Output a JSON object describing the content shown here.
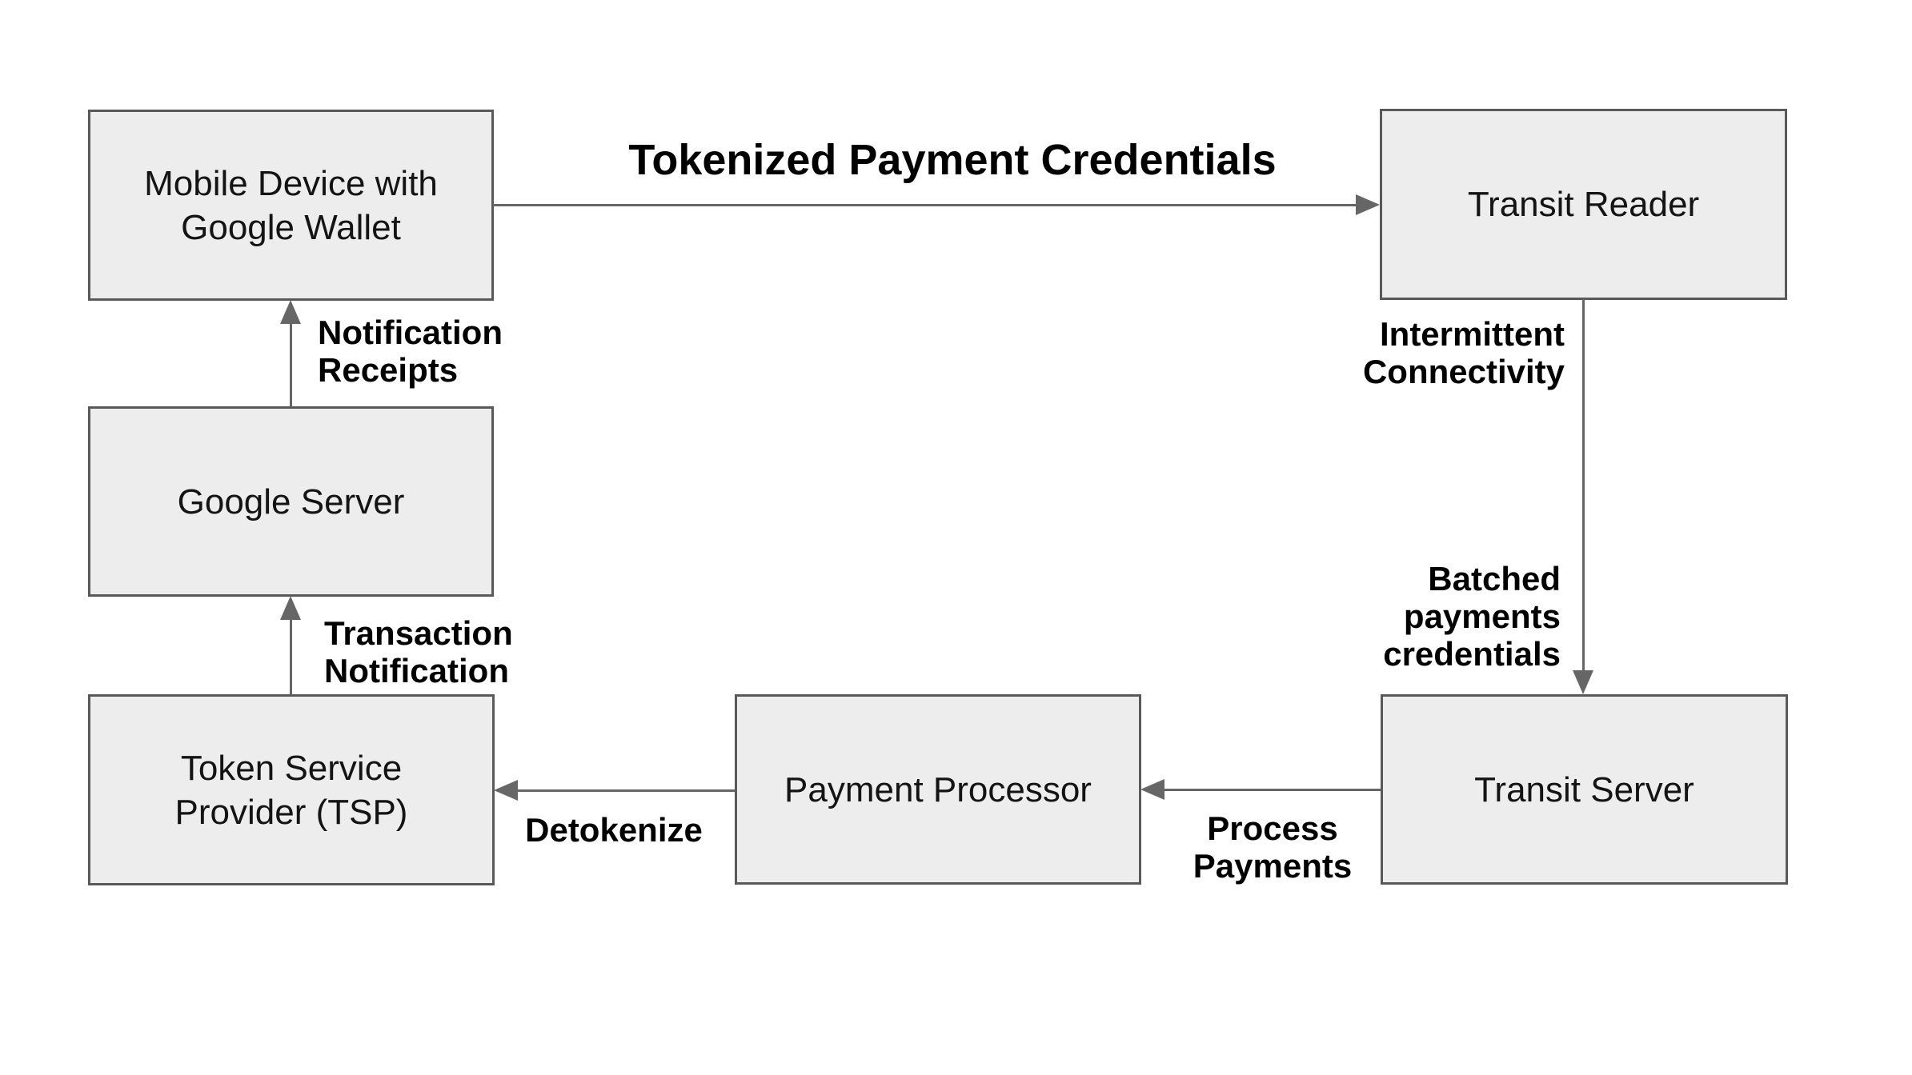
{
  "theme": {
    "background": "#ffffff",
    "box_fill": "#ededed",
    "box_border": "#595959",
    "arrow_color": "#666666",
    "box_text_color": "#141414",
    "label_text_color": "#000000"
  },
  "nodes": {
    "mobile_device": {
      "lines": [
        "Mobile Device with",
        "Google Wallet"
      ]
    },
    "transit_reader": {
      "lines": [
        "Transit Reader"
      ]
    },
    "google_server": {
      "lines": [
        "Google Server"
      ]
    },
    "tsp": {
      "lines": [
        "Token Service",
        "Provider (TSP)"
      ]
    },
    "payment_processor": {
      "lines": [
        "Payment Processor"
      ]
    },
    "transit_server": {
      "lines": [
        "Transit Server"
      ]
    }
  },
  "edges": {
    "mobile_to_reader": {
      "from": "mobile_device",
      "to": "transit_reader",
      "labels": [
        {
          "lines": [
            "Tokenized Payment Credentials"
          ]
        }
      ]
    },
    "google_to_mobile": {
      "from": "google_server",
      "to": "mobile_device",
      "labels": [
        {
          "lines": [
            "Notification",
            "Receipts"
          ]
        }
      ]
    },
    "tsp_to_google": {
      "from": "tsp",
      "to": "google_server",
      "labels": [
        {
          "lines": [
            "Transaction",
            "Notification"
          ]
        }
      ]
    },
    "reader_to_server": {
      "from": "transit_reader",
      "to": "transit_server",
      "labels": [
        {
          "lines": [
            "Intermittent",
            "Connectivity"
          ]
        },
        {
          "lines": [
            "Batched",
            "payments",
            "credentials"
          ]
        }
      ]
    },
    "server_to_processor": {
      "from": "transit_server",
      "to": "payment_processor",
      "labels": [
        {
          "lines": [
            "Process",
            "Payments"
          ]
        }
      ]
    },
    "processor_to_tsp": {
      "from": "payment_processor",
      "to": "tsp",
      "labels": [
        {
          "lines": [
            "Detokenize"
          ]
        }
      ]
    }
  }
}
